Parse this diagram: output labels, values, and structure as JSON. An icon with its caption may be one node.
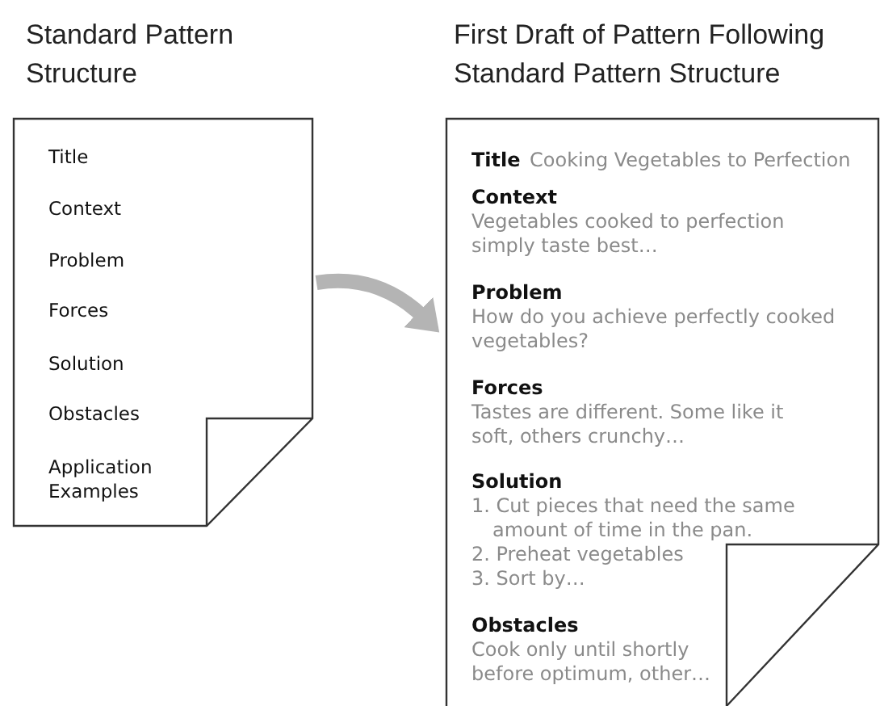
{
  "diagram": {
    "nodes": [
      {
        "text": [
          "Standard Pattern Structure",
          "Title",
          "Context",
          "Problem",
          "Forces",
          "Solution",
          "Obstacles",
          "Application Examples"
        ]
      },
      {
        "text": [
          "First Draft of Pattern Following Standard Pattern Structure",
          "Title",
          "Cooking Vegetables to Perfection",
          "Context",
          "Vegetables cooked to perfection simply taste best…",
          "Problem",
          "How do you achieve perfectly cooked vegetables?",
          "Forces",
          "Tastes are different. Some like it soft, others crunchy…",
          "Solution",
          "1. Cut pieces that need the same amount of time in the pan.",
          "2. Preheat vegetables",
          "3. Sort by…",
          "Obstacles",
          "Cook only until shortly before optimum, other…"
        ]
      }
    ],
    "edges": [
      {
        "from": 0,
        "to": 1,
        "arrow": "to",
        "color": "#b4b4b4"
      }
    ]
  }
}
